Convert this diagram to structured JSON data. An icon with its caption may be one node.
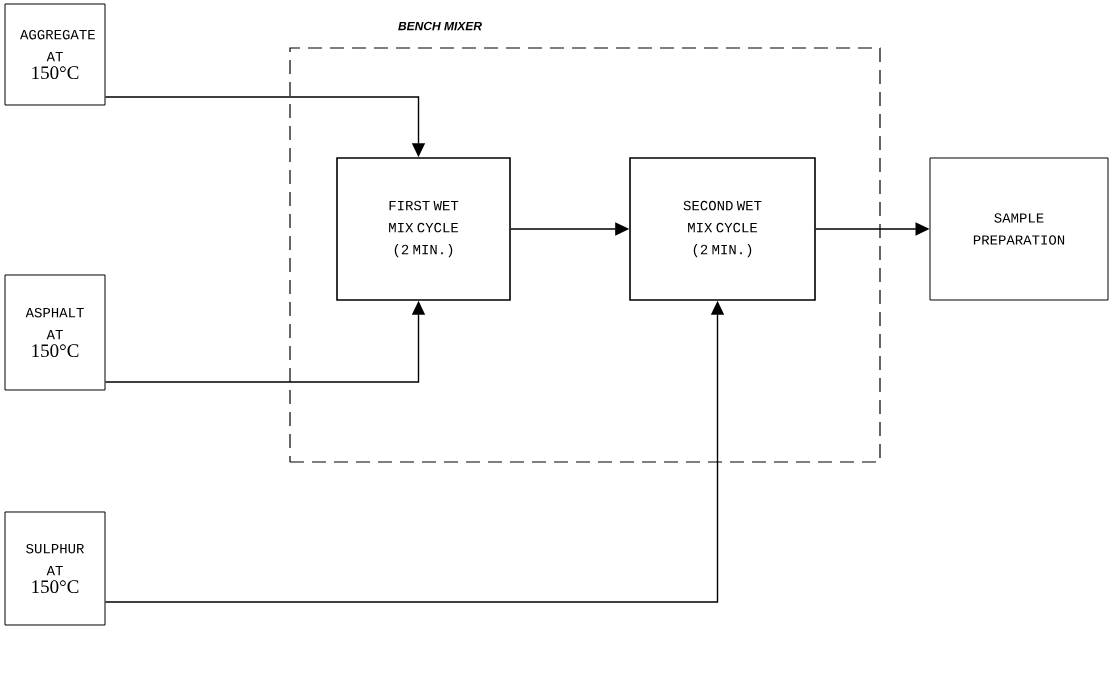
{
  "diagram": {
    "nodes": [
      {
        "text": [
          "BENCH MIXER"
        ]
      },
      {
        "text": [
          "AGGREGATE AT",
          "150°C"
        ]
      },
      {
        "text": [
          "ASPHALT AT",
          "150°C"
        ]
      },
      {
        "text": [
          "SULPHUR AT",
          "150°C"
        ]
      },
      {
        "text": [
          "FIRST WET MIX CYCLE (2 MIN.)"
        ],
        "in": 0
      },
      {
        "text": [
          "SECOND WET MIX CYCLE (2 MIN.)"
        ],
        "in": 0
      },
      {
        "text": [
          "SAMPLE PREPARATION"
        ]
      }
    ],
    "edges": [
      {
        "from": 1,
        "to": 4,
        "arrow": "to"
      },
      {
        "from": 2,
        "to": 4,
        "arrow": "to"
      },
      {
        "from": 3,
        "to": 5,
        "arrow": "to"
      },
      {
        "from": 4,
        "to": 5,
        "arrow": "to"
      },
      {
        "from": 5,
        "to": 6,
        "arrow": "to"
      }
    ]
  }
}
